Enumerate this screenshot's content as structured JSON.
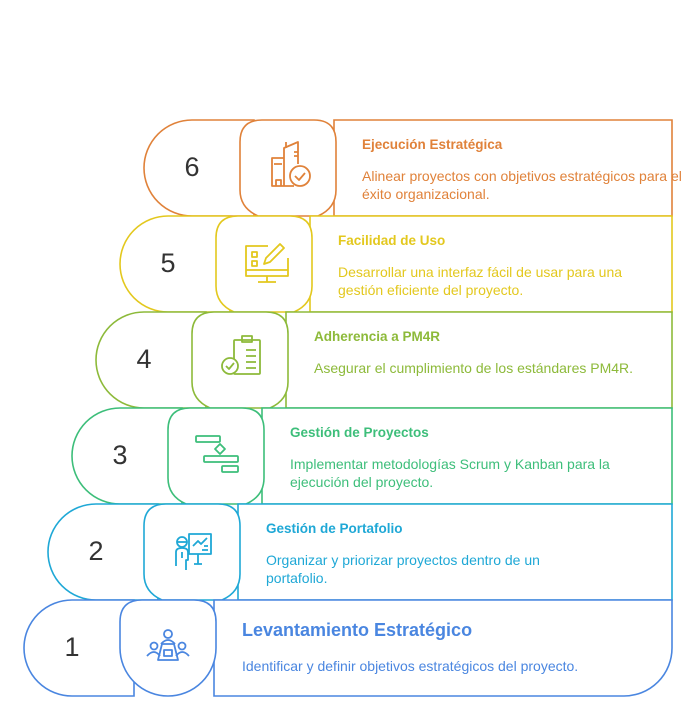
{
  "steps": [
    {
      "number": "1",
      "title": "Levantamiento Estratégico",
      "description": "Identificar y definir objetivos estratégicos del proyecto.",
      "icon": "meeting-table-icon",
      "color": "#4A86E0"
    },
    {
      "number": "2",
      "title": "Gestión de Portafolio",
      "description": "Organizar y priorizar proyectos dentro de un portafolio.",
      "icon": "presenter-chart-icon",
      "color": "#1FA8D6"
    },
    {
      "number": "3",
      "title": "Gestión de Proyectos",
      "description": "Implementar metodologías Scrum y Kanban para la ejecución del proyecto.",
      "icon": "gantt-chart-icon",
      "color": "#3DBE7A"
    },
    {
      "number": "4",
      "title": "Adherencia a PM4R",
      "description": "Asegurar el cumplimiento de los estándares PM4R.",
      "icon": "clipboard-check-icon",
      "color": "#8DBA3A"
    },
    {
      "number": "5",
      "title": "Facilidad de Uso",
      "description": "Desarrollar una interfaz fácil de usar para una gestión eficiente del proyecto.",
      "icon": "monitor-edit-icon",
      "color": "#E3C81E"
    },
    {
      "number": "6",
      "title": "Ejecución Estratégica",
      "description": "Alinear proyectos con objetivos estratégicos para el éxito organizacional.",
      "icon": "building-check-icon",
      "color": "#E0823A"
    }
  ]
}
